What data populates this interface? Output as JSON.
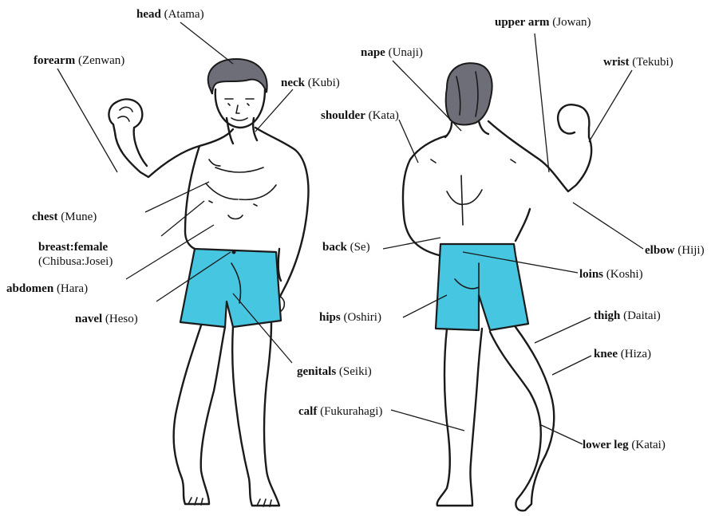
{
  "colors": {
    "shorts": "#46c6e0",
    "hair": "#6e6e78",
    "skin": "#ffffff",
    "line": "#1a1a1a"
  },
  "labels": {
    "head": {
      "term": "head",
      "reading": "(Atama)"
    },
    "forearm": {
      "term": "forearm",
      "reading": "(Zenwan)"
    },
    "neck": {
      "term": "neck",
      "reading": "(Kubi)"
    },
    "chest": {
      "term": "chest",
      "reading": "(Mune)"
    },
    "breast": {
      "term": "breast:female",
      "reading": "(Chibusa:Josei)"
    },
    "abdomen": {
      "term": "abdomen",
      "reading": "(Hara)"
    },
    "navel": {
      "term": "navel",
      "reading": "(Heso)"
    },
    "genitals": {
      "term": "genitals",
      "reading": "(Seiki)"
    },
    "upperarm": {
      "term": "upper arm",
      "reading": "(Jowan)"
    },
    "nape": {
      "term": "nape",
      "reading": "(Unaji)"
    },
    "wrist": {
      "term": "wrist",
      "reading": "(Tekubi)"
    },
    "shoulder": {
      "term": "shoulder",
      "reading": "(Kata)"
    },
    "elbow": {
      "term": "elbow",
      "reading": "(Hiji)"
    },
    "back": {
      "term": "back",
      "reading": "(Se)"
    },
    "loins": {
      "term": "loins",
      "reading": "(Koshi)"
    },
    "hips": {
      "term": "hips",
      "reading": "(Oshiri)"
    },
    "thigh": {
      "term": "thigh",
      "reading": "(Daitai)"
    },
    "knee": {
      "term": "knee",
      "reading": "(Hiza)"
    },
    "calf": {
      "term": "calf",
      "reading": "(Fukurahagi)"
    },
    "lowerleg": {
      "term": "lower leg",
      "reading": "(Katai)"
    }
  }
}
